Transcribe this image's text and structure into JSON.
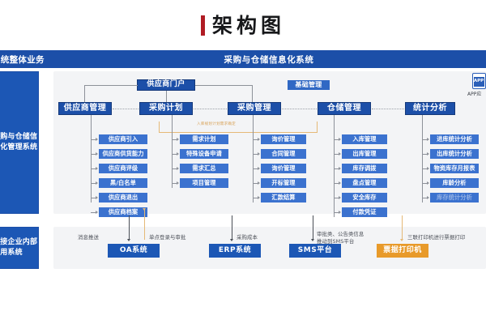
{
  "title": {
    "text": "架构图",
    "accent_color": "#b01c24"
  },
  "band": {
    "left_label": "系统整体业务",
    "center_label": "采购与仓储信息化系统",
    "color": "#1c4fa8"
  },
  "sidebar": {
    "items": [
      {
        "label": "采购与仓储信息化管理系统"
      },
      {
        "label": "对接企业内部应用系统"
      }
    ]
  },
  "top": {
    "portal_label": "供应商门户",
    "basic_label": "基础管理",
    "note": "入库规划计划需求确定"
  },
  "app": {
    "badge": "APP",
    "label": "APP应"
  },
  "columns": [
    {
      "head": "供应商管理",
      "items": [
        "供应商引入",
        "供应商供货能力",
        "供应商评级",
        "黑/白名单",
        "供应商退出",
        "供应商档案"
      ]
    },
    {
      "head": "采购计划",
      "items": [
        "需求计划",
        "特殊设备申请",
        "需求汇总",
        "项目管理"
      ]
    },
    {
      "head": "采购管理",
      "items": [
        "询价管理",
        "合同管理",
        "询价管理",
        "开标管理",
        "汇款结算"
      ]
    },
    {
      "head": "仓储管理",
      "items": [
        "入库管理",
        "出库管理",
        "库存调拨",
        "盘点管理",
        "安全库存",
        "付款凭证"
      ]
    },
    {
      "head": "统计分析",
      "items": [
        "进库统计分析",
        "出库统计分析",
        "物资库存月报表",
        "库龄分析",
        "库存统计分析"
      ]
    }
  ],
  "external": {
    "systems": [
      {
        "label": "OA系统",
        "color": "#1c57b5"
      },
      {
        "label": "ERP系统",
        "color": "#1c57b5"
      },
      {
        "label": "SMS平台",
        "color": "#1c57b5"
      },
      {
        "label": "票据打印机",
        "color": "#e89a2a"
      }
    ],
    "captions": [
      {
        "text": "消息推送"
      },
      {
        "text": "单点登录与审批"
      },
      {
        "text": "采购成本"
      },
      {
        "text": "审批类、公告类信息\n推动到SMS平台"
      },
      {
        "text": "三联打印机进行票据打印"
      }
    ]
  }
}
